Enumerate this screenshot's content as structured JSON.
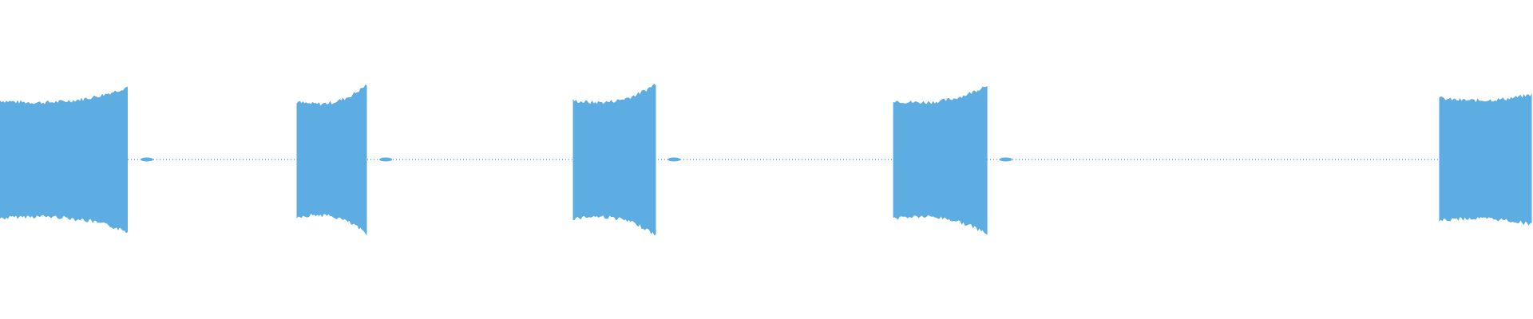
{
  "waveform": {
    "color": "#5dade2",
    "background": "#ffffff",
    "segments": [
      {
        "start": 0.0,
        "end": 0.0843,
        "peak_amplitude": 0.92,
        "base_amplitude": 0.7
      },
      {
        "start": 0.1935,
        "end": 0.2402,
        "peak_amplitude": 0.96,
        "base_amplitude": 0.68
      },
      {
        "start": 0.3737,
        "end": 0.4282,
        "peak_amplitude": 0.96,
        "base_amplitude": 0.7
      },
      {
        "start": 0.5826,
        "end": 0.6446,
        "peak_amplitude": 0.95,
        "base_amplitude": 0.7
      },
      {
        "start": 0.9388,
        "end": 1.0,
        "peak_amplitude": 0.82,
        "base_amplitude": 0.73
      }
    ],
    "silence_amplitude": 0.01
  }
}
